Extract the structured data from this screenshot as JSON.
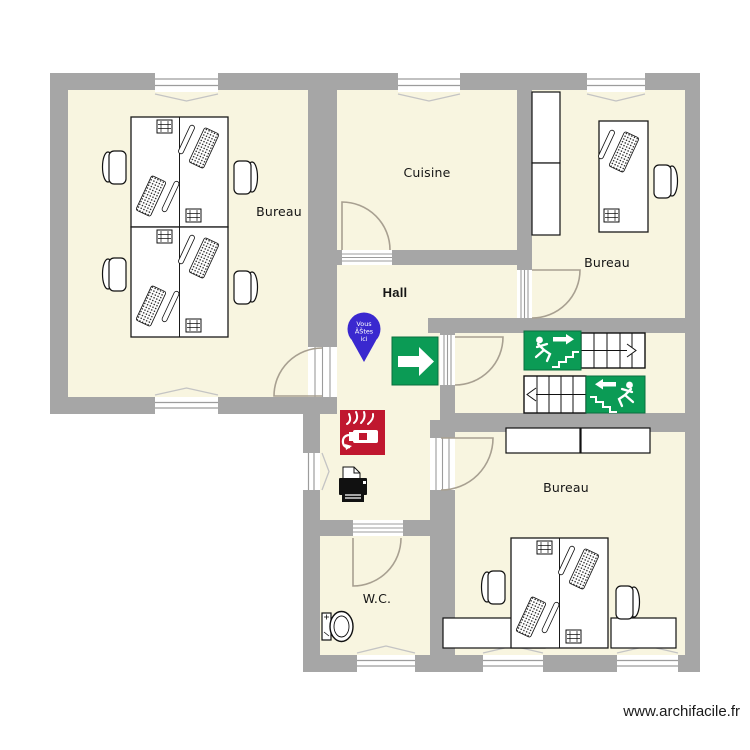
{
  "plan": {
    "rooms": [
      {
        "id": "bureau-left",
        "label": "Bureau"
      },
      {
        "id": "cuisine",
        "label": "Cuisine"
      },
      {
        "id": "bureau-right",
        "label": "Bureau"
      },
      {
        "id": "hall",
        "label": "Hall"
      },
      {
        "id": "bureau-bottom",
        "label": "Bureau"
      },
      {
        "id": "wc",
        "label": "W.C."
      }
    ],
    "you_are_here": {
      "line1": "Vous",
      "line2": "ÃŠtes",
      "line3": "ici"
    },
    "objects": {
      "exit_sign_up": "exit-stairs-up-sign",
      "exit_sign_down": "exit-stairs-down-sign",
      "exit_arrow_sign": "exit-right-arrow-sign",
      "fire_extinguisher_sign": "fire-extinguisher-sign",
      "printer": "printer-icon",
      "toilet": "toilet-icon",
      "stairs": "stairs",
      "desk_cluster": "desk-cluster",
      "chair": "office-chair",
      "cabinet": "cabinet"
    },
    "colors": {
      "wall": "#a6a6a6",
      "room_fill": "#f8f5e0",
      "exit_green": "#0b9b55",
      "fire_red": "#c0172f",
      "pin_blue": "#3a28cf",
      "outline": "#111111"
    }
  },
  "footer": {
    "watermark": "www.archifacile.fr"
  }
}
